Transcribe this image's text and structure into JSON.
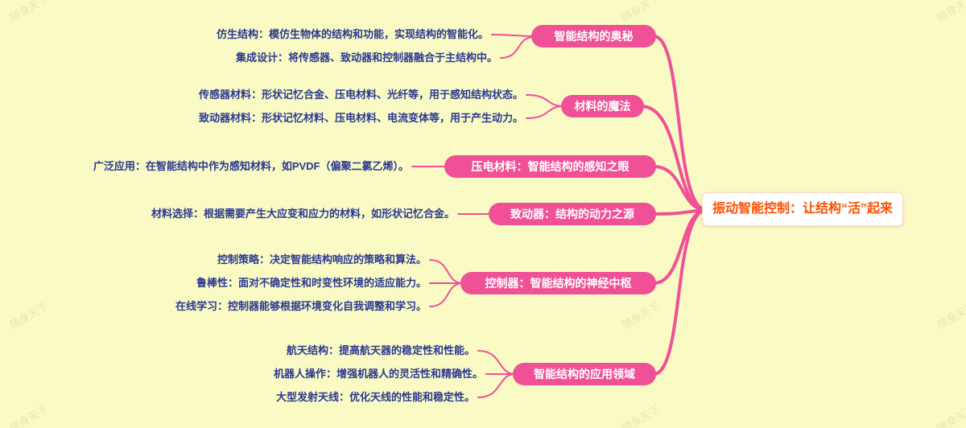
{
  "colors": {
    "background": "#FAFAC5",
    "branch_fill": "#F05095",
    "branch_text": "#FFFFFF",
    "child_text": "#2B3990",
    "central_text": "#FF4F00",
    "central_fill": "#FFFFFF"
  },
  "watermark": {
    "text": "随身天下"
  },
  "central": {
    "label": "振动智能控制：让结构“活”起来"
  },
  "branches": [
    {
      "label": "智能结构的奥秘",
      "children": [
        {
          "text": "仿生结构：模仿生物体的结构和功能，实现结构的智能化。"
        },
        {
          "text": "集成设计：将传感器、致动器和控制器融合于主结构中。"
        }
      ]
    },
    {
      "label": "材料的魔法",
      "children": [
        {
          "text": "传感器材料：形状记忆合金、压电材料、光纤等，用于感知结构状态。"
        },
        {
          "text": "致动器材料：形状记忆材料、压电材料、电流变体等，用于产生动力。"
        }
      ]
    },
    {
      "label": "压电材料：智能结构的感知之眼",
      "children": [
        {
          "text": "广泛应用：在智能结构中作为感知材料，如PVDF（偏聚二氯乙烯）。"
        }
      ]
    },
    {
      "label": "致动器：结构的动力之源",
      "children": [
        {
          "text": "材料选择：根据需要产生大应变和应力的材料，如形状记忆合金。"
        }
      ]
    },
    {
      "label": "控制器：智能结构的神经中枢",
      "children": [
        {
          "text": "控制策略：决定智能结构响应的策略和算法。"
        },
        {
          "text": "鲁棒性：面对不确定性和时变性环境的适应能力。"
        },
        {
          "text": "在线学习：控制器能够根据环境变化自我调整和学习。"
        }
      ]
    },
    {
      "label": "智能结构的应用领域",
      "children": [
        {
          "text": "航天结构：提高航天器的稳定性和性能。"
        },
        {
          "text": "机器人操作：增强机器人的灵活性和精确性。"
        },
        {
          "text": "大型发射天线：优化天线的性能和稳定性。"
        }
      ]
    }
  ]
}
